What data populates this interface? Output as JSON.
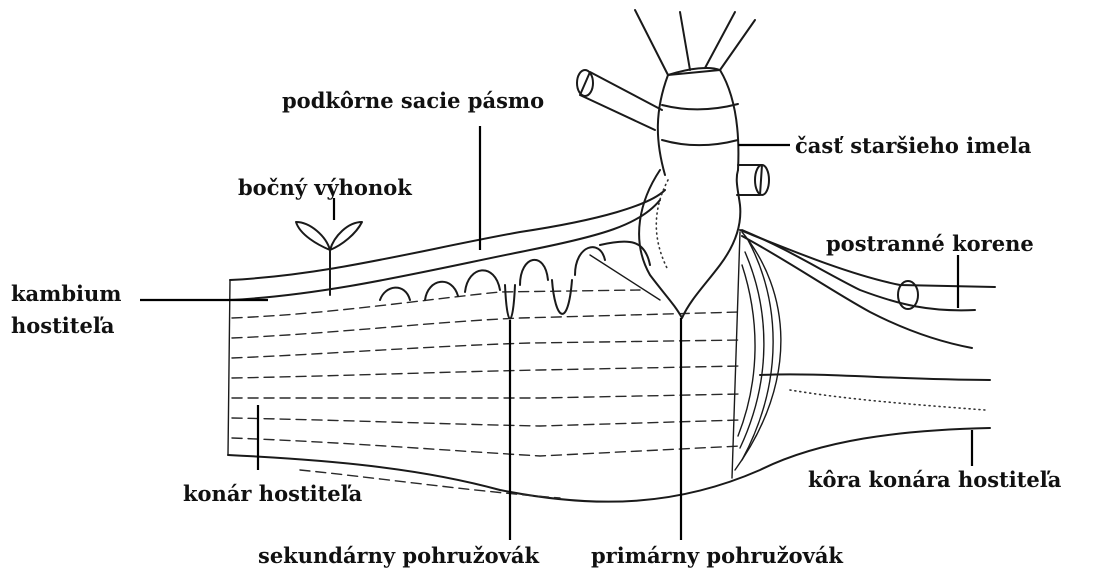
{
  "labels": {
    "subcortical_zone": "podkôrne sacie pásmo",
    "older_mistletoe": "časť staršieho imela",
    "lateral_shoot": "bočný výhonok",
    "lateral_roots": "postranné korene",
    "cambium_line1": "kambium",
    "cambium_line2": "hostiteľa",
    "host_branch": "konár hostiteľa",
    "host_bark": "kôra konára hostiteľa",
    "secondary_sinker": "sekundárny pohružovák",
    "primary_sinker": "primárny pohružovák"
  }
}
